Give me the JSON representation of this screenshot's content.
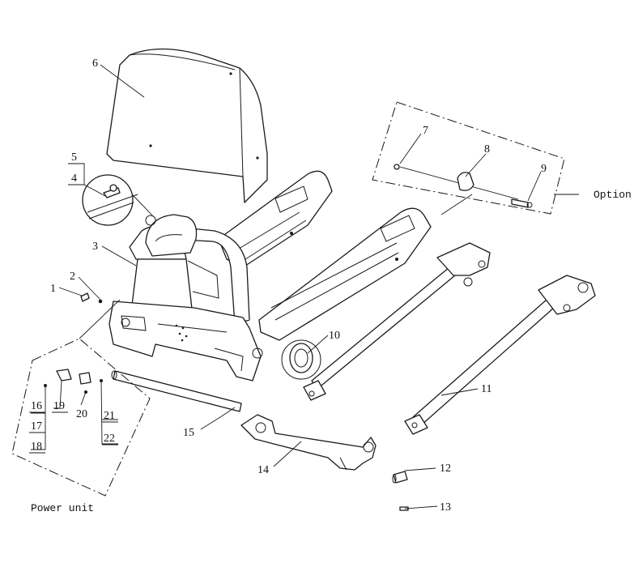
{
  "callouts": {
    "c1": "1",
    "c2": "2",
    "c3": "3",
    "c4": "4",
    "c5": "5",
    "c6": "6",
    "c7": "7",
    "c8": "8",
    "c9": "9",
    "c10": "10",
    "c11": "11",
    "c12": "12",
    "c13": "13",
    "c14": "14",
    "c15": "15",
    "c16": "16",
    "c17": "17",
    "c18": "18",
    "c19": "19",
    "c20": "20",
    "c21": "21",
    "c22": "22"
  },
  "groups": {
    "option": "Option",
    "power_unit": "Power unit"
  }
}
